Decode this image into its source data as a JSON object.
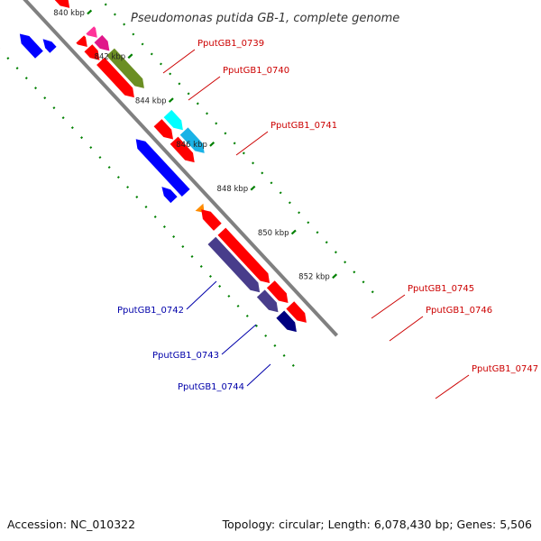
{
  "title": "Pseudomonas putida GB-1, complete genome",
  "footer": {
    "accession": "Accession: NC_010322",
    "topology": "Topology: circular; Length: 6,078,430 bp; Genes: 5,506"
  },
  "axis": {
    "unit": "kbp",
    "ticks": [
      {
        "kbp": 840,
        "label": "840 kbp"
      },
      {
        "kbp": 842,
        "label": "842 kbp"
      },
      {
        "kbp": 844,
        "label": "844 kbp"
      },
      {
        "kbp": 846,
        "label": "846 kbp"
      },
      {
        "kbp": 848,
        "label": "848 kbp"
      },
      {
        "kbp": 850,
        "label": "850 kbp"
      },
      {
        "kbp": 852,
        "label": "852 kbp"
      }
    ]
  },
  "colors": {
    "backbone": "#808080",
    "cds": "#ff0000",
    "label_forward": "#cc0000",
    "label_reverse": "#0000aa",
    "grid": "#008000"
  },
  "genes": [
    {
      "id": "PputGB1_0739",
      "label": "PputGB1_0739",
      "start_kbp": 840.45,
      "end_kbp": 840.8,
      "strand": "+",
      "color": "#ff3399"
    },
    {
      "id": "PputGB1_0740",
      "label": "PputGB1_0740",
      "start_kbp": 840.85,
      "end_kbp": 841.4,
      "strand": "+",
      "color": "#e0188a"
    },
    {
      "id": "PputGB1_0741",
      "label": "PputGB1_0741",
      "start_kbp": 841.45,
      "end_kbp": 843.1,
      "strand": "+",
      "color": "#6b8e23"
    },
    {
      "id": "PputGB1_0742",
      "label": "PputGB1_0742",
      "start_kbp": 844.25,
      "end_kbp": 845.0,
      "strand": "+",
      "color": "#00ffff"
    },
    {
      "id": "PputGB1_0743",
      "label": "PputGB1_0743",
      "start_kbp": 845.05,
      "end_kbp": 846.05,
      "strand": "+",
      "color": "#1ab2e6"
    },
    {
      "id": "PputGB1_0744",
      "label": "PputGB1_0744",
      "start_kbp": 844.15,
      "end_kbp": 846.6,
      "strand": "-",
      "color": "#0000ff"
    },
    {
      "id": "PputGB1_0745",
      "label": "PputGB1_0745",
      "start_kbp": 847.25,
      "end_kbp": 847.5,
      "strand": "+",
      "color": "#ff8c00"
    },
    {
      "id": "PputGB1_0746",
      "label": "PputGB1_0746",
      "start_kbp": 847.35,
      "end_kbp": 848.15,
      "strand": "-",
      "color": "#ff0000"
    },
    {
      "id": "PputGB1_0747",
      "label": "PputGB1_0747",
      "start_kbp": 848.35,
      "end_kbp": 850.7,
      "strand": "+",
      "color": "#483d8b"
    }
  ]
}
